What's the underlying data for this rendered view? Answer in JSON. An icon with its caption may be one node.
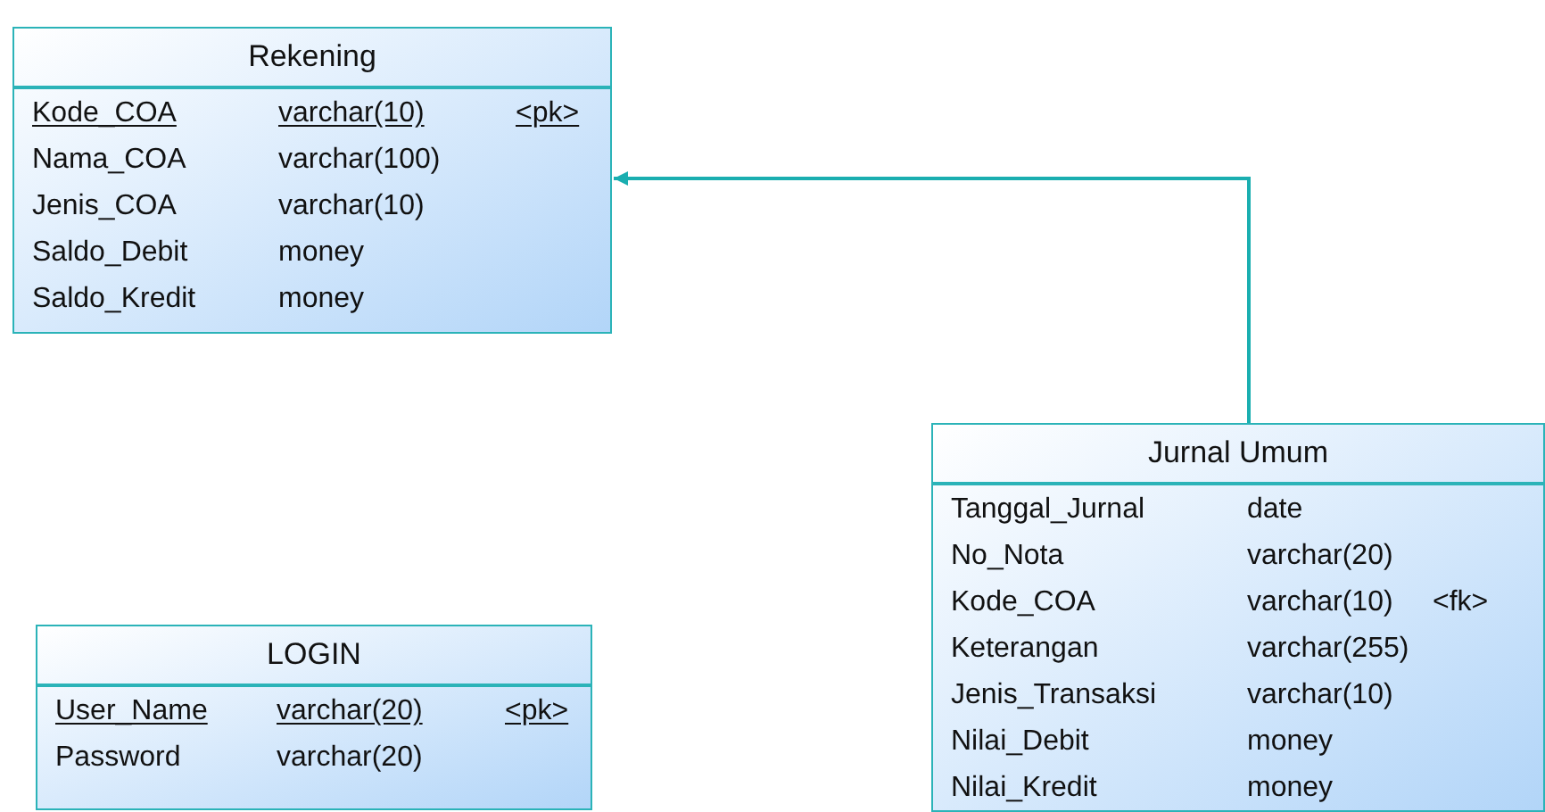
{
  "diagram": {
    "nodes": [
      {
        "text": [
          "Rekening",
          "Kode_COA",
          "varchar(10)",
          "<pk>",
          "Nama_COA",
          "varchar(100)",
          "Jenis_COA",
          "varchar(10)",
          "Saldo_Debit",
          "money",
          "Saldo_Kredit",
          "money"
        ]
      },
      {
        "text": [
          "Jurnal Umum",
          "Tanggal_Jurnal",
          "date",
          "No_Nota",
          "varchar(20)",
          "Kode_COA",
          "varchar(10)",
          "<fk>",
          "Keterangan",
          "varchar(255)",
          "Jenis_Transaksi",
          "varchar(10)",
          "Nilai_Debit",
          "money",
          "Nilai_Kredit",
          "money"
        ]
      },
      {
        "text": [
          "LOGIN",
          "User_Name",
          "varchar(20)",
          "<pk>",
          "Password",
          "varchar(20)"
        ]
      }
    ],
    "edges": [
      {
        "from": 1,
        "to": 0,
        "arrow": "to"
      }
    ]
  }
}
